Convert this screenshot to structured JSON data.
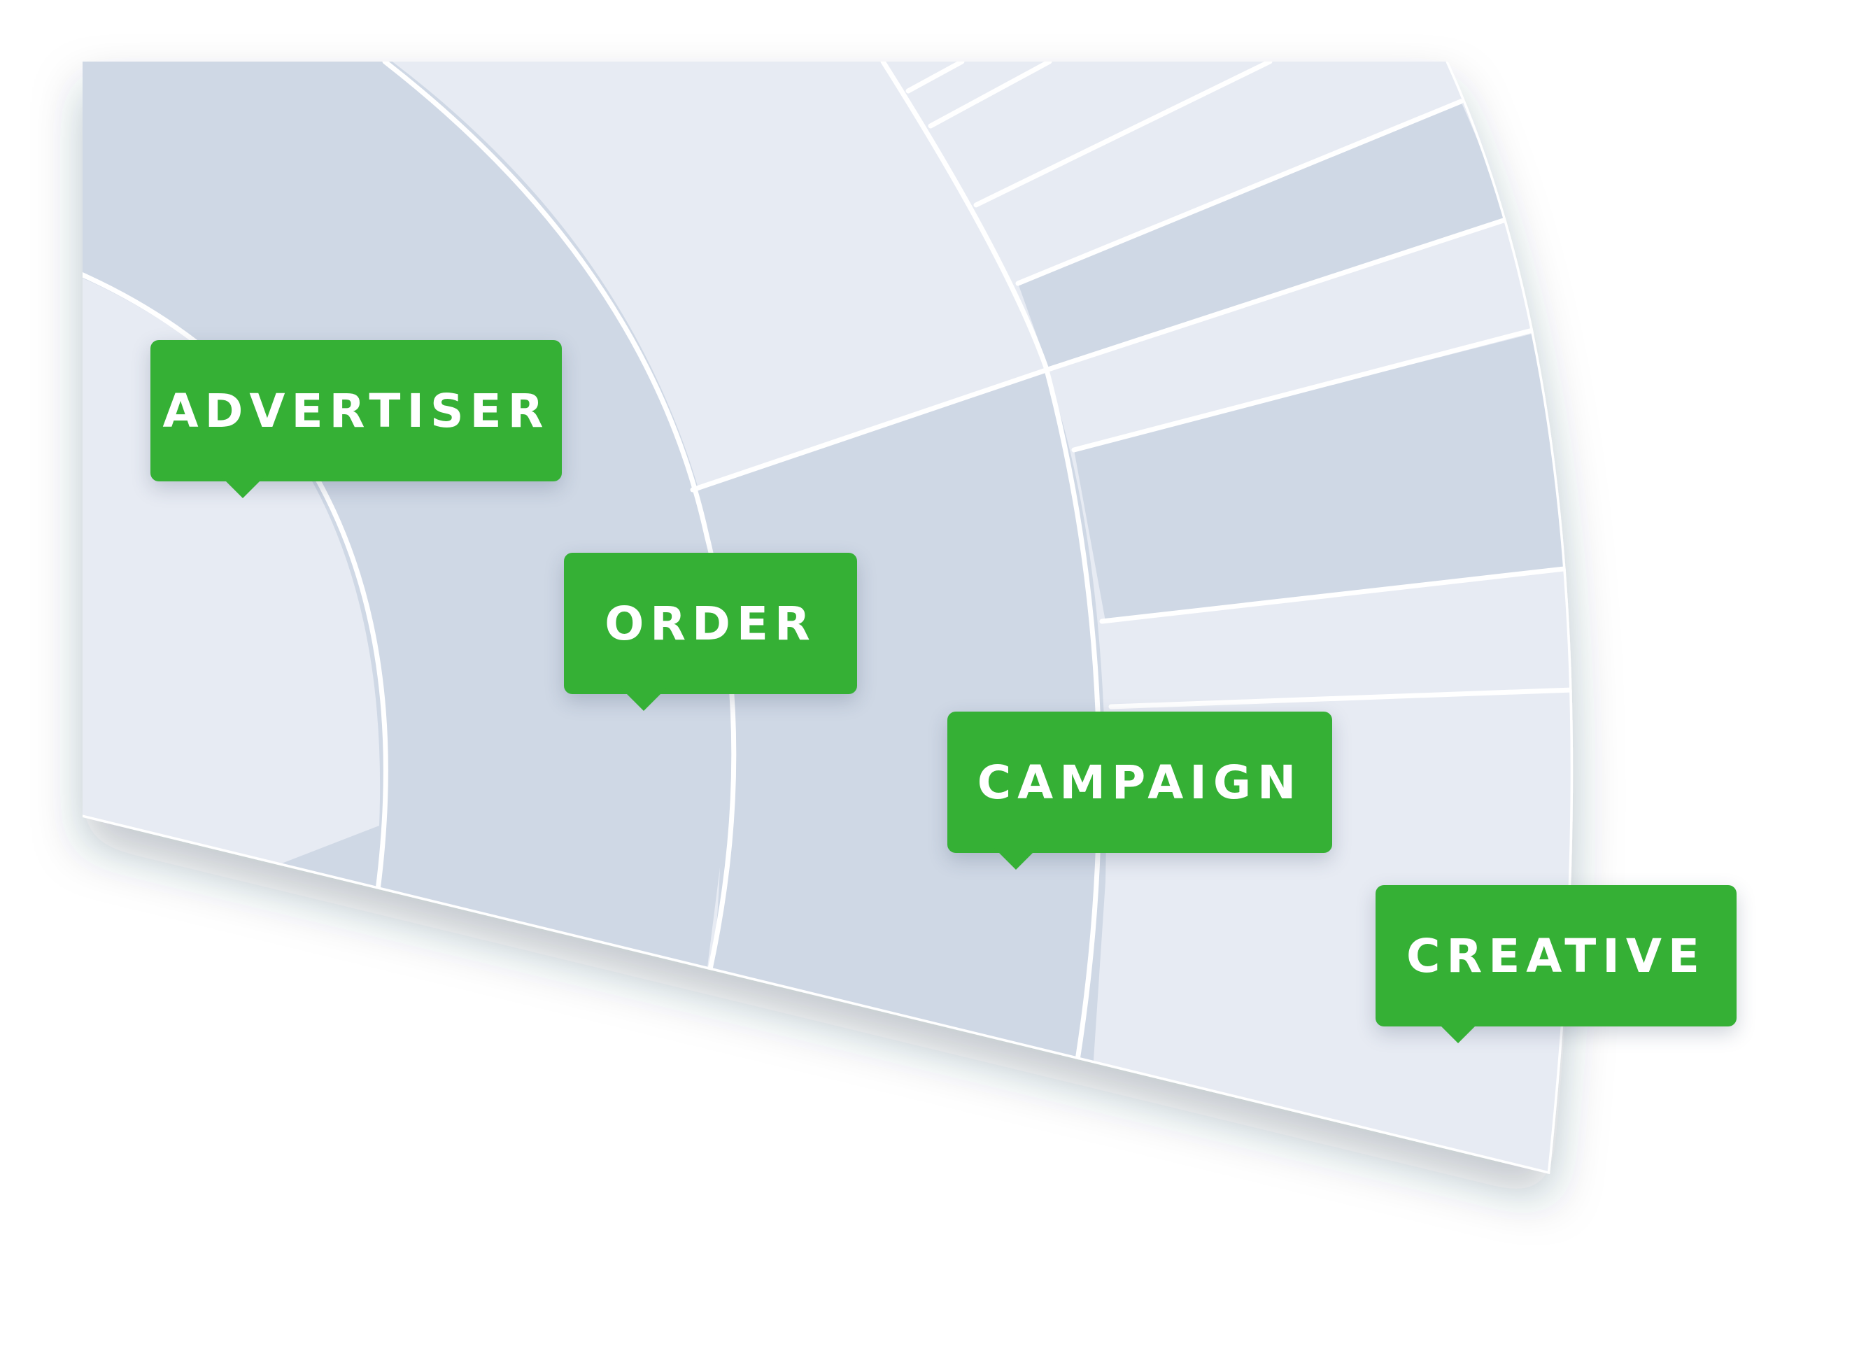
{
  "colors": {
    "background": "#ffffff",
    "band_light": "#e7ebf3",
    "band_dark": "#cfd8e5",
    "divider": "#ffffff",
    "callout": "#35b035",
    "callout_text": "#ffffff"
  },
  "hierarchy_levels": [
    "advertiser",
    "order",
    "campaign",
    "creative"
  ],
  "callouts": {
    "advertiser": {
      "label": "ADVERTISER"
    },
    "order": {
      "label": "ORDER"
    },
    "campaign": {
      "label": "CAMPAIGN"
    },
    "creative": {
      "label": "CREATIVE"
    }
  }
}
